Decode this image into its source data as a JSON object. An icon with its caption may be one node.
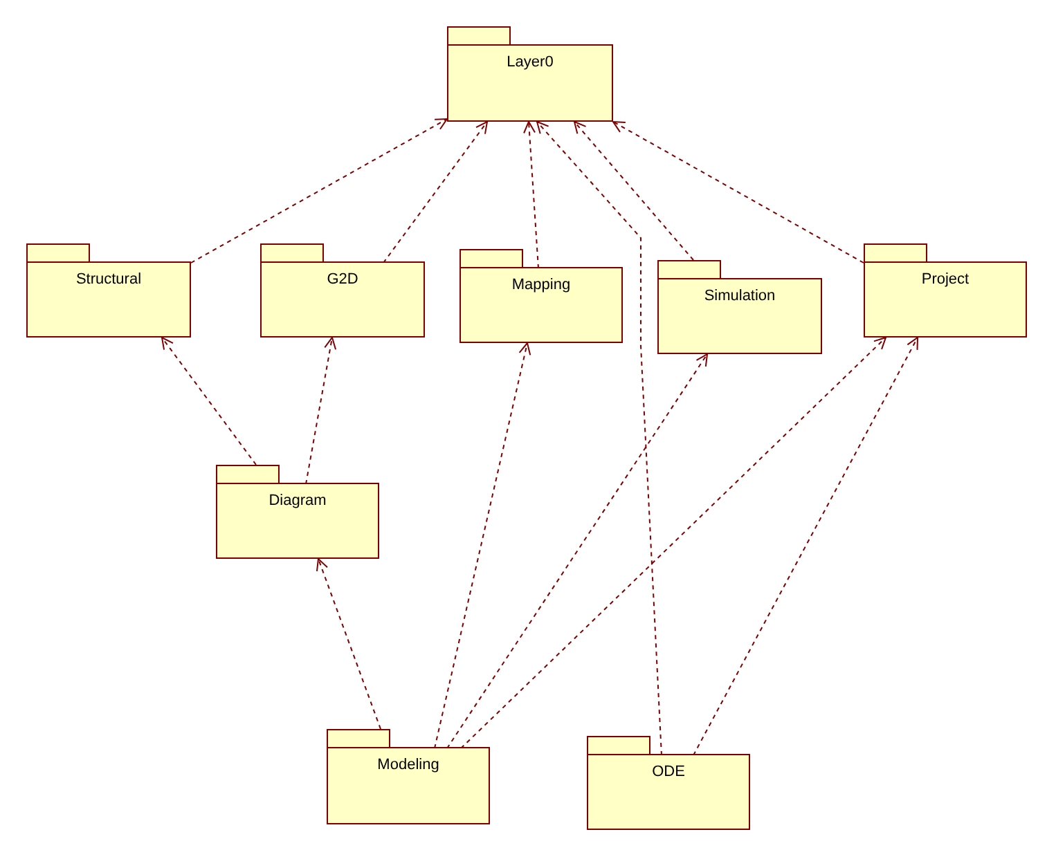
{
  "diagram": {
    "nodes": [
      {
        "text": [
          "Layer0"
        ]
      },
      {
        "text": [
          "Structural"
        ]
      },
      {
        "text": [
          "G2D"
        ]
      },
      {
        "text": [
          "Mapping"
        ]
      },
      {
        "text": [
          "Simulation"
        ]
      },
      {
        "text": [
          "Project"
        ]
      },
      {
        "text": [
          "Diagram"
        ]
      },
      {
        "text": [
          "Modeling"
        ]
      },
      {
        "text": [
          "ODE"
        ]
      }
    ],
    "edges": [
      {
        "from": 1,
        "to": 0,
        "arrow": "to",
        "style": "dashed"
      },
      {
        "from": 2,
        "to": 0,
        "arrow": "to",
        "style": "dashed"
      },
      {
        "from": 3,
        "to": 0,
        "arrow": "to",
        "style": "dashed"
      },
      {
        "from": 4,
        "to": 0,
        "arrow": "to",
        "style": "dashed"
      },
      {
        "from": 5,
        "to": 0,
        "arrow": "to",
        "style": "dashed"
      },
      {
        "from": 6,
        "to": 1,
        "arrow": "to",
        "style": "dashed"
      },
      {
        "from": 6,
        "to": 2,
        "arrow": "to",
        "style": "dashed"
      },
      {
        "from": 7,
        "to": 6,
        "arrow": "to",
        "style": "dashed"
      },
      {
        "from": 7,
        "to": 3,
        "arrow": "to",
        "style": "dashed"
      },
      {
        "from": 7,
        "to": 4,
        "arrow": "to",
        "style": "dashed"
      },
      {
        "from": 7,
        "to": 5,
        "arrow": "to",
        "style": "dashed"
      },
      {
        "from": 8,
        "to": 0,
        "arrow": "to",
        "style": "dashed"
      },
      {
        "from": 8,
        "to": 5,
        "arrow": "to",
        "style": "dashed"
      }
    ]
  }
}
